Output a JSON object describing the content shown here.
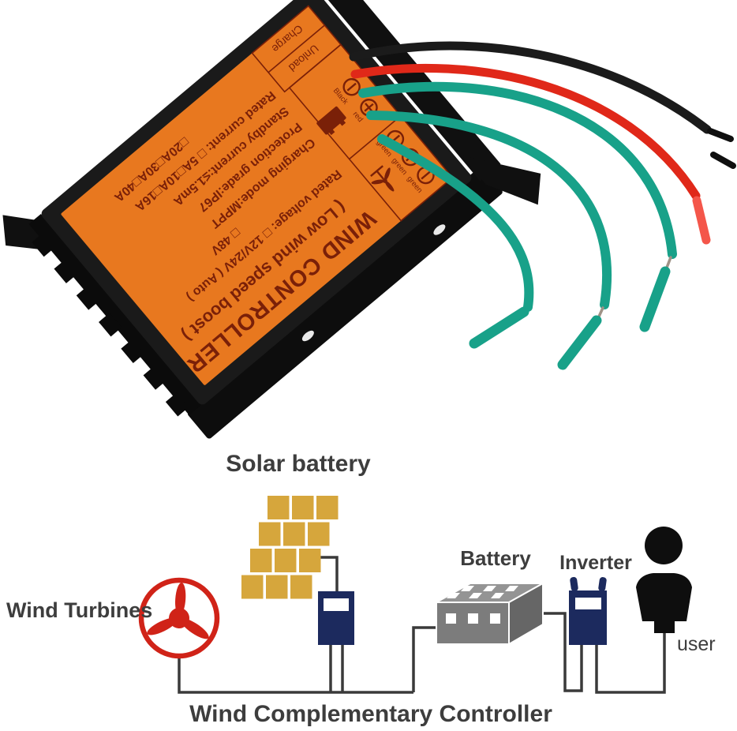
{
  "product": {
    "label": {
      "title1": "WIND CONTROLLER",
      "title2": "( Low wind speed boost )",
      "specs": [
        "Rated voltage: □ 12V/24V ( Auto )",
        "□ 48V",
        "Charging mode:MPPT",
        "Protection grade:IP67",
        "Standby current:≤1.5mA",
        "Rated current: □ 5A□10A□16A",
        "□20A□30A□40A"
      ],
      "terminals": {
        "green1": "green",
        "green2": "green",
        "green3": "green",
        "red": "red",
        "black": "Black"
      },
      "indicators": {
        "unload": "Unload",
        "charge": "Charge"
      },
      "colors": {
        "label_orange": "#e8781f",
        "label_text": "#7a2008",
        "case_black": "#1a1a1a"
      }
    },
    "wire_colors": {
      "black": "#1b1b1b",
      "red": "#e02819",
      "red_tip": "#f4564a",
      "green": "#18a189",
      "bare_wire": "#9f9286"
    }
  },
  "diagram": {
    "labels": {
      "solar": "Solar battery",
      "wind": "Wind Turbines",
      "battery": "Battery",
      "inverter": "Inverter",
      "user": "user",
      "caption": "Wind Complementary Controller"
    },
    "colors": {
      "panel_gold": "#d6a63c",
      "turbine_red": "#d02318",
      "device_navy": "#1c2a5e",
      "battery_gray": "#7c7c7c",
      "battery_gray_top": "#949494",
      "battery_gray_side": "#666666",
      "line_gray": "#3a3a3a",
      "label_text": "#3d3d3d",
      "silhouette": "#0e0e0e"
    }
  }
}
